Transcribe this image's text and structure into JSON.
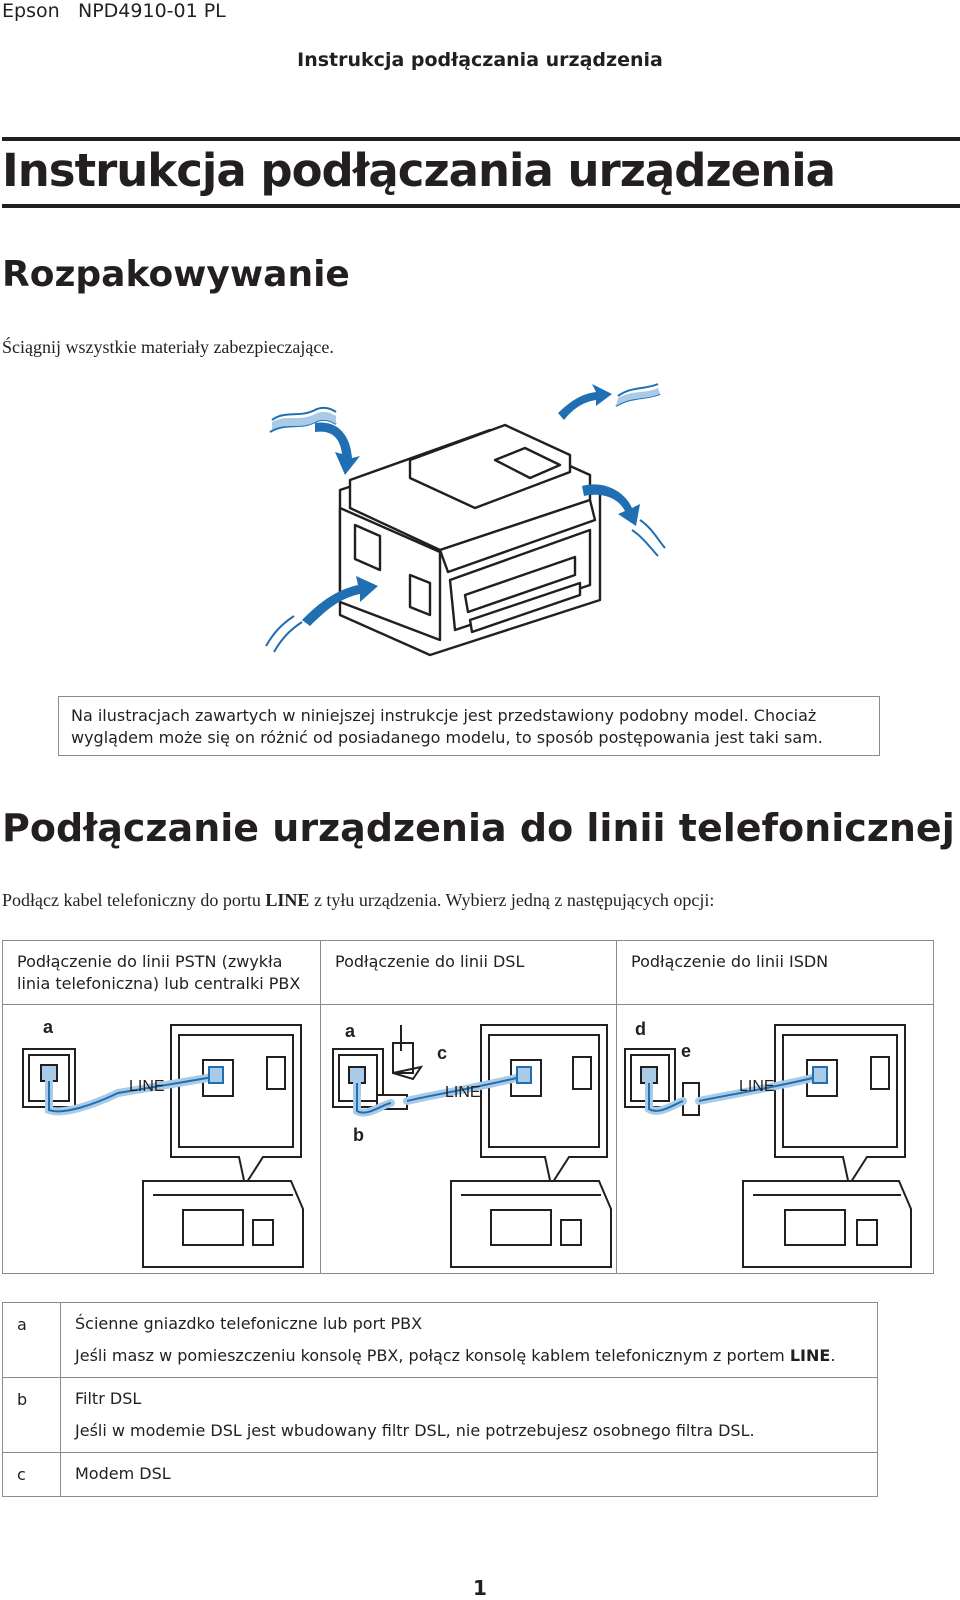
{
  "header": {
    "brand": "Epson",
    "doc_code": "NPD4910-01 PL",
    "running_title": "Instrukcja podłączania urządzenia"
  },
  "main_title": "Instrukcja podłączania urządzenia",
  "unpacking": {
    "title": "Rozpakowywanie",
    "text": "Ściągnij wszystkie materiały zabezpieczające."
  },
  "note": "Na ilustracjach zawartych w niniejszej instrukcje jest przedstawiony podobny model. Chociaż wyglądem może się on różnić od posiadanego modelu, to sposób postępowania jest taki sam.",
  "phone_line": {
    "title": "Podłączanie urządzenia do linii telefonicznej",
    "text_before": "Podłącz kabel telefoniczny do portu ",
    "text_bold": "LINE",
    "text_after": " z tyłu urządzenia. Wybierz jedną z następujących opcji:"
  },
  "options": [
    {
      "label": "Podłączenie do linii PSTN (zwykła linia telefoniczna) lub centralki PBX"
    },
    {
      "label": "Podłączenie do linii DSL"
    },
    {
      "label": "Podłączenie do linii ISDN"
    }
  ],
  "figure_labels": {
    "pstn": {
      "a": "a",
      "line": "LINE"
    },
    "dsl": {
      "a": "a",
      "b": "b",
      "c": "c",
      "line": "LINE"
    },
    "isdn": {
      "d": "d",
      "e": "e",
      "line": "LINE"
    }
  },
  "legend": [
    {
      "letter": "a",
      "title": "Ścienne gniazdko telefoniczne lub port PBX",
      "detail_before": "Jeśli masz w pomieszczeniu konsolę PBX, połącz konsolę kablem telefonicznym z portem ",
      "detail_bold": "LINE",
      "detail_after": "."
    },
    {
      "letter": "b",
      "title": "Filtr DSL",
      "detail_before": "Jeśli w modemie DSL jest wbudowany filtr DSL, nie potrzebujesz osobnego filtra DSL.",
      "detail_bold": "",
      "detail_after": ""
    },
    {
      "letter": "c",
      "title": "Modem DSL",
      "detail_before": "",
      "detail_bold": "",
      "detail_after": ""
    }
  ],
  "page_number": "1",
  "colors": {
    "accent_blue": "#1f6fb2",
    "cable_blue": "#a9cbe8",
    "text": "#231f20"
  }
}
